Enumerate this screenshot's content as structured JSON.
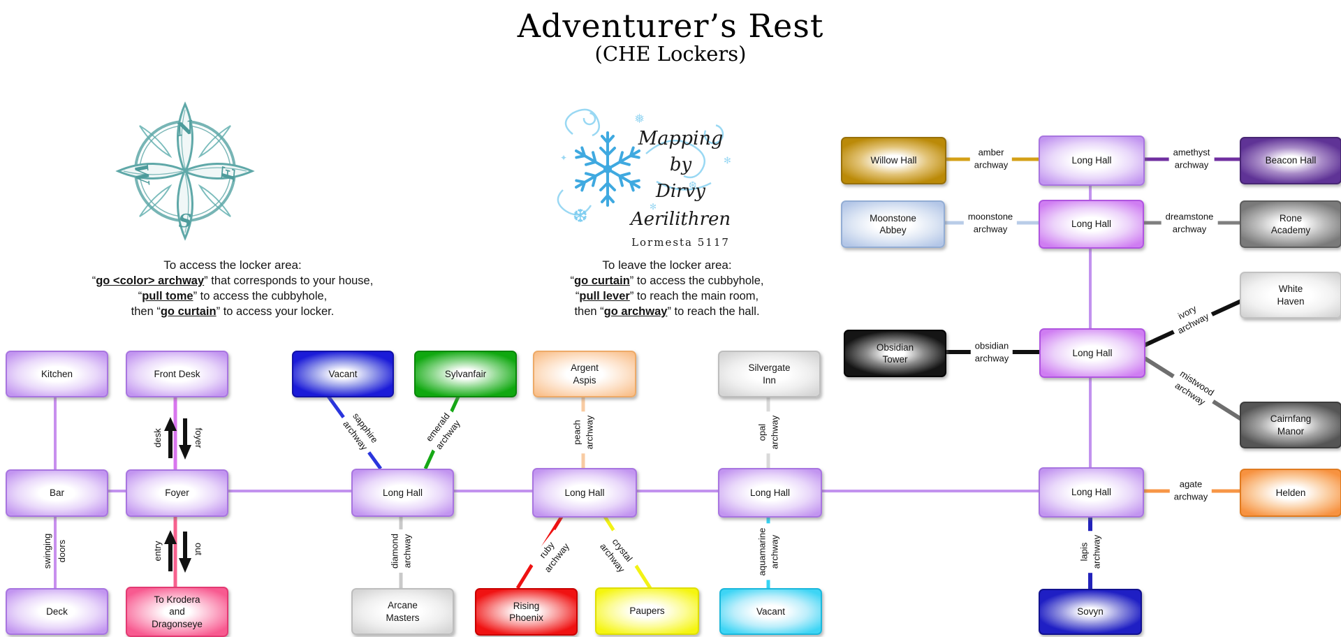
{
  "title": {
    "main": "Adventurer’s Rest",
    "subtitle": "(CHE Lockers)"
  },
  "credit": {
    "mapping": "Mapping",
    "by": "by",
    "author": "Dirvy Aerilithren",
    "date": "Lormesta 5117"
  },
  "compass": {
    "n": "N",
    "e": "E",
    "s": "S",
    "w": "W"
  },
  "instructions_access": {
    "title": "To access the locker area:",
    "lines": [
      {
        "pre": "“",
        "cmd": "go <color> archway",
        "post": "” that corresponds to your house,"
      },
      {
        "pre": "“",
        "cmd": "pull tome",
        "post": "” to access the cubbyhole,"
      },
      {
        "pre": "then “",
        "cmd": "go curtain",
        "post": "” to access your locker."
      }
    ]
  },
  "instructions_leave": {
    "title": "To leave the locker area:",
    "lines": [
      {
        "pre": "“",
        "cmd": "go curtain",
        "post": "” to access the cubbyhole,"
      },
      {
        "pre": "“",
        "cmd": "pull lever",
        "post": "” to reach the main room,"
      },
      {
        "pre": "then “",
        "cmd": "go archway",
        "post": "” to reach the hall."
      }
    ]
  },
  "rooms": {
    "kitchen": {
      "label": "Kitchen",
      "color": "#c295f0"
    },
    "front_desk": {
      "label": "Front Desk",
      "color": "#c295f0"
    },
    "vacant_west": {
      "label": "Vacant",
      "color": "#1b1bd8"
    },
    "sylvanfair": {
      "label": "Sylvanfair",
      "color": "#10a810"
    },
    "argent_aspis": {
      "label": "Argent\nAspis",
      "color": "#f9c08c"
    },
    "silvergate_inn": {
      "label": "Silvergate\nInn",
      "color": "#d5d5d5"
    },
    "bar": {
      "label": "Bar",
      "color": "#c295f0"
    },
    "foyer": {
      "label": "Foyer",
      "color": "#c295f0"
    },
    "long_hall_west": {
      "label": "Long Hall",
      "color": "#c295f0"
    },
    "long_hall_center": {
      "label": "Long Hall",
      "color": "#c295f0"
    },
    "long_hall_east": {
      "label": "Long Hall",
      "color": "#c295f0"
    },
    "long_hall_main": {
      "label": "Long Hall",
      "color": "#c295f0"
    },
    "deck": {
      "label": "Deck",
      "color": "#c295f0"
    },
    "krodera_exit": {
      "label": "To Krodera\nand\nDragonseye",
      "color": "#f85a90"
    },
    "arcane_masters": {
      "label": "Arcane\nMasters",
      "color": "#d5d5d5"
    },
    "rising_phoenix": {
      "label": "Rising\nPhoenix",
      "color": "#f01212"
    },
    "paupers": {
      "label": "Paupers",
      "color": "#f5f510"
    },
    "vacant_south": {
      "label": "Vacant",
      "color": "#3ed5f5"
    },
    "sovyn": {
      "label": "Sovyn",
      "color": "#1f1fc4"
    },
    "willow_hall": {
      "label": "Willow Hall",
      "color": "#bb8a08"
    },
    "long_hall_north1": {
      "label": "Long Hall",
      "color": "#c295f0"
    },
    "beacon_hall": {
      "label": "Beacon Hall",
      "color": "#5f3396"
    },
    "moonstone_abbey": {
      "label": "Moonstone\nAbbey",
      "color": "#b3c6e7"
    },
    "long_hall_north2": {
      "label": "Long Hall",
      "color": "#cf7df2"
    },
    "rone_academy": {
      "label": "Rone\nAcademy",
      "color": "#7a7a7a"
    },
    "white_haven": {
      "label": "White\nHaven",
      "color": "#d4d4d4"
    },
    "obsidian_tower": {
      "label": "Obsidian\nTower",
      "color": "#151515"
    },
    "long_hall_north3": {
      "label": "Long Hall",
      "color": "#cf7df2"
    },
    "cairnfang_manor": {
      "label": "Cairnfang\nManor",
      "color": "#555555"
    },
    "helden": {
      "label": "Helden",
      "color": "#f79240"
    }
  },
  "archways": {
    "amber": "amber\narchway",
    "amethyst": "amethyst\narchway",
    "moonstone": "moonstone\narchway",
    "dreamstone": "dreamstone\narchway",
    "ivory": "ivory\narchway",
    "mistwood": "mistwood\narchway",
    "obsidian": "obsidian\narchway",
    "agate": "agate\narchway",
    "lapis": "lapis\narchway",
    "sapphire": "sapphire\narchway",
    "emerald": "emerald\narchway",
    "diamond": "diamond\narchway",
    "peach": "peach\narchway",
    "ruby": "ruby\narchway",
    "crystal": "crystal\narchway",
    "opal": "opal\narchway",
    "aquamarine": "aquamarine\narchway"
  },
  "passages": {
    "swinging_doors": "swinging\ndoors",
    "desk": "desk",
    "foyer": "foyer",
    "entry": "entry",
    "out": "out"
  },
  "colors": {
    "hall_line": "#c292ee",
    "desk_line": "#d876ee",
    "entry_exit_line": "#f7618d",
    "sapphire": "#2a35dd",
    "emerald": "#16a816",
    "diamond": "#c9c9c9",
    "peach": "#f8cba2",
    "ruby": "#ee1111",
    "crystal": "#f2f215",
    "opal": "#d9d9d9",
    "aquamarine": "#35d4f4",
    "amber": "#d4a017",
    "amethyst": "#7030a0",
    "moonstone": "#b9cce8",
    "dreamstone": "#7f7f7f",
    "obsidian": "#111111",
    "ivory": "#111111",
    "mistwood": "#6e6e6e",
    "agate": "#f79646",
    "lapis": "#2222bb",
    "compass_teal": "#5fa8a8",
    "snowflake_blue": "#3fa9e0"
  }
}
